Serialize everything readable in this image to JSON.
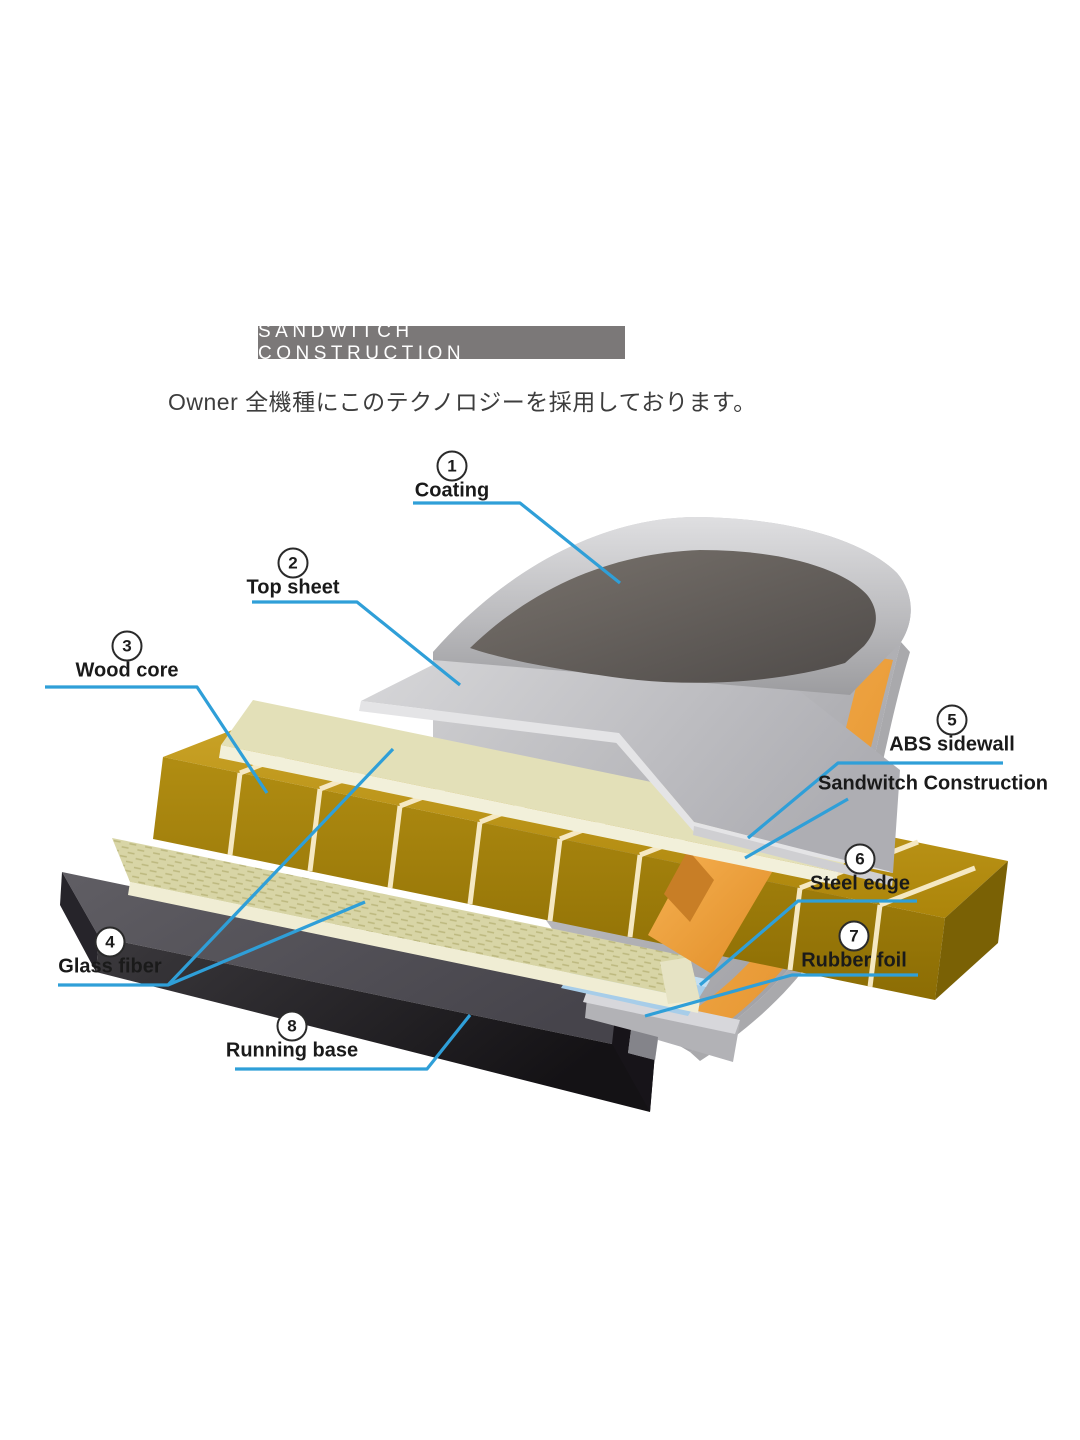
{
  "header": {
    "title": "SANDWITCH CONSTRUCTION"
  },
  "subtitle": "Owner 全機種にこのテクノロジーを採用しております。",
  "diagram": {
    "labels": {
      "coating": {
        "num": "1",
        "text": "Coating"
      },
      "top_sheet": {
        "num": "2",
        "text": "Top sheet"
      },
      "wood_core": {
        "num": "3",
        "text": "Wood core"
      },
      "glass_fiber": {
        "num": "4",
        "text": "Glass fiber"
      },
      "abs_sidewall": {
        "num": "5",
        "text": "ABS sidewall"
      },
      "sandwitch_construction": {
        "text": "Sandwitch Construction"
      },
      "steel_edge": {
        "num": "6",
        "text": "Steel edge"
      },
      "rubber_foil": {
        "num": "7",
        "text": "Rubber foil"
      },
      "running_base": {
        "num": "8",
        "text": "Running base"
      }
    },
    "layers": [
      {
        "name": "Coating",
        "color": "#6e6862"
      },
      {
        "name": "Top sheet",
        "color": "#c6c6c9"
      },
      {
        "name": "Wood core",
        "color": "#a9850d"
      },
      {
        "name": "Glass fiber",
        "color": "#dcd9ae"
      },
      {
        "name": "ABS sidewall",
        "color": "#f2a541"
      },
      {
        "name": "Steel edge",
        "color": "#b2b2b6"
      },
      {
        "name": "Rubber foil",
        "color": "#a7cde9"
      },
      {
        "name": "Running base",
        "color": "#3a383c"
      }
    ]
  },
  "colors": {
    "leader": "#2f9fd8",
    "header_bg": "#7b7878",
    "wood_gold": "#a9850d",
    "fiber_cream": "#dcd9ae",
    "sidewall_orange": "#f2a541",
    "steel_gray": "#b2b2b6",
    "rubber_blue": "#a7cde9",
    "base_dark": "#3a383c",
    "body_gray": "#b9b9bd"
  }
}
